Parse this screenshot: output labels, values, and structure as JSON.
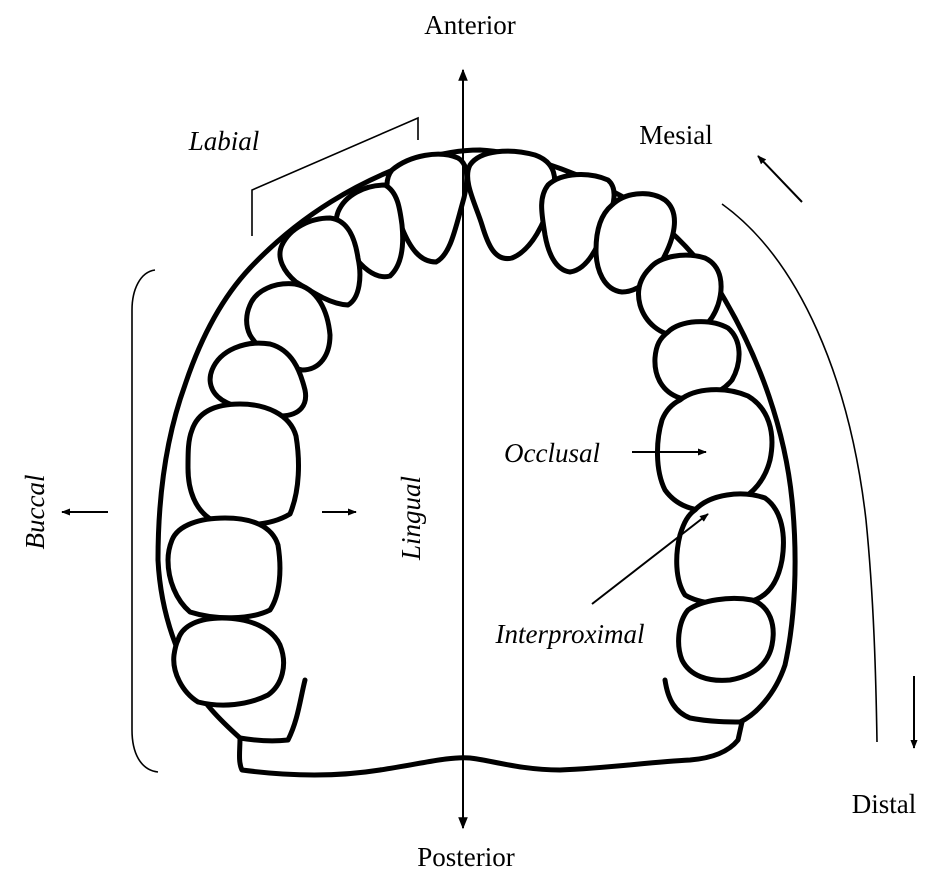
{
  "labels": {
    "anterior": "Anterior",
    "posterior": "Posterior",
    "mesial": "Mesial",
    "distal": "Distal",
    "labial": "Labial",
    "buccal": "Buccal",
    "lingual": "Lingual",
    "occlusal": "Occlusal",
    "interproximal": "Interproximal"
  }
}
